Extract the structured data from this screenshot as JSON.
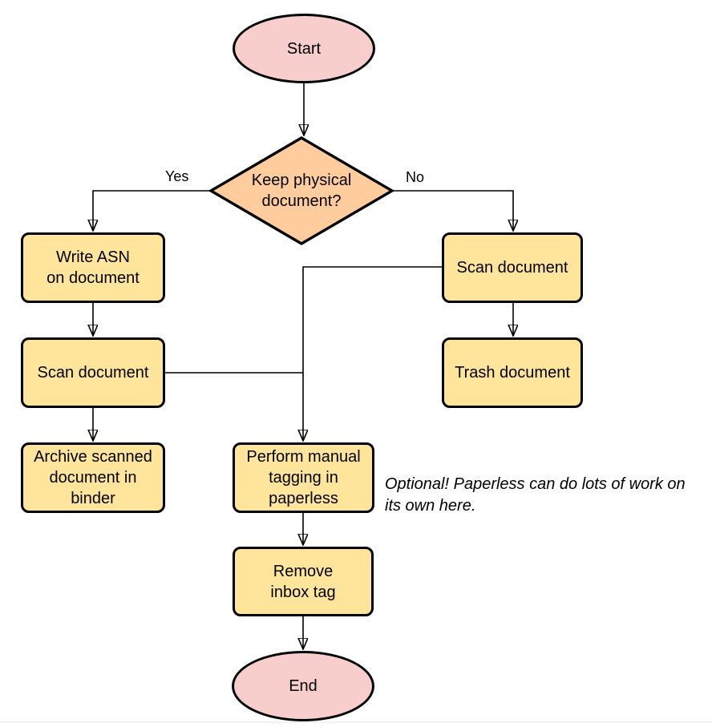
{
  "diagram": {
    "type": "flowchart",
    "nodes": {
      "start": {
        "label": "Start",
        "shape": "terminal"
      },
      "decision": {
        "label": "Keep physical\ndocument?",
        "shape": "decision"
      },
      "write_asn": {
        "label": "Write ASN\non document",
        "shape": "process"
      },
      "scan_left": {
        "label": "Scan document",
        "shape": "process"
      },
      "archive": {
        "label": "Archive scanned\ndocument in\nbinder",
        "shape": "process"
      },
      "scan_right": {
        "label": "Scan document",
        "shape": "process"
      },
      "trash": {
        "label": "Trash document",
        "shape": "process"
      },
      "tagging": {
        "label": "Perform manual\ntagging in\npaperless",
        "shape": "process"
      },
      "remove_inbox": {
        "label": "Remove\ninbox tag",
        "shape": "process"
      },
      "end": {
        "label": "End",
        "shape": "terminal"
      }
    },
    "edge_labels": {
      "yes": "Yes",
      "no": "No"
    },
    "annotation": {
      "text": "Optional! Paperless can do lots of work on\nits own here."
    }
  },
  "colors": {
    "page_bg": "#ffffff",
    "stroke": "#000000",
    "terminal_fill": "#f8cecc",
    "decision_fill": "#ffcc9e",
    "process_fill": "#ffe49b",
    "page_edge": "#f2f2f2"
  }
}
